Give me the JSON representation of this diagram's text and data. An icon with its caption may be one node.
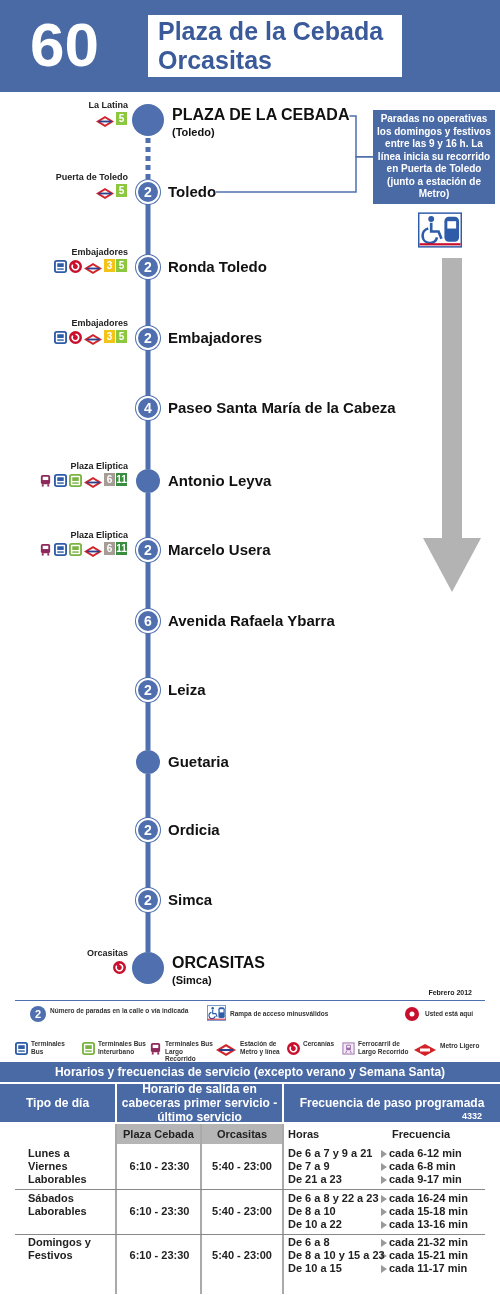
{
  "diagram": {
    "title": "Plaza de la Cebada Orcasitas",
    "nodes": [
      {
        "text": [
          "PLAZA DE LA CEBADA",
          "(Toledo)"
        ],
        "beside": [
          "La Latina",
          "5"
        ]
      },
      {
        "text": [
          "2",
          "Toledo"
        ],
        "beside": [
          "Puerta de Toledo",
          "5"
        ]
      },
      {
        "text": [
          "2",
          "Ronda Toledo"
        ],
        "beside": [
          "Embajadores",
          "3",
          "5"
        ]
      },
      {
        "text": [
          "2",
          "Embajadores"
        ],
        "beside": [
          "Embajadores",
          "3",
          "5"
        ]
      },
      {
        "text": [
          "4",
          "Paseo Santa María de la Cabeza"
        ]
      },
      {
        "text": [
          "Antonio Leyva"
        ],
        "beside": [
          "Plaza Eliptica",
          "6",
          "11"
        ]
      },
      {
        "text": [
          "2",
          "Marcelo Usera"
        ],
        "beside": [
          "Plaza Eliptica",
          "6",
          "11"
        ]
      },
      {
        "text": [
          "6",
          "Avenida Rafaela Ybarra"
        ]
      },
      {
        "text": [
          "2",
          "Leiza"
        ]
      },
      {
        "text": [
          "Guetaria"
        ]
      },
      {
        "text": [
          "2",
          "Ordicia"
        ]
      },
      {
        "text": [
          "2",
          "Simca"
        ]
      },
      {
        "text": [
          "ORCASITAS",
          "(Simca)"
        ],
        "beside": [
          "Orcasitas"
        ]
      },
      {
        "text": [
          "Paradas no operativas los domingos y festivos entre las 9 y 16 h. La línea inicia su recorrido en Puerta de Toledo (junto a estación de Metro)"
        ]
      }
    ],
    "edges": [
      {
        "from": 0,
        "to": 1,
        "arrow": "none",
        "style": "dashed"
      },
      {
        "from": 1,
        "to": 2,
        "arrow": "none"
      },
      {
        "from": 2,
        "to": 3,
        "arrow": "none"
      },
      {
        "from": 3,
        "to": 4,
        "arrow": "none"
      },
      {
        "from": 4,
        "to": 5,
        "arrow": "none"
      },
      {
        "from": 5,
        "to": 6,
        "arrow": "none"
      },
      {
        "from": 6,
        "to": 7,
        "arrow": "none"
      },
      {
        "from": 7,
        "to": 8,
        "arrow": "none"
      },
      {
        "from": 8,
        "to": 9,
        "arrow": "none"
      },
      {
        "from": 9,
        "to": 10,
        "arrow": "none"
      },
      {
        "from": 10,
        "to": 11,
        "arrow": "none"
      },
      {
        "from": 11,
        "to": 12,
        "arrow": "none"
      },
      {
        "from": 13,
        "to": 0,
        "arrow": "none"
      },
      {
        "from": 13,
        "to": 1,
        "arrow": "none"
      }
    ],
    "labels": [
      "60",
      "Febrero 2012",
      "2",
      "Horarios y frecuencias de servicio (excepto verano y Semana Santa)",
      "Tipo de día",
      "Horario de salida en cabeceras primer servicio - último servicio",
      "Frecuencia de paso programada",
      "4332",
      "Plaza Cebada",
      "Orcasitas",
      "Horas",
      "Frecuencia",
      "Lunes a Viernes Laborables",
      "6:10 - 23:30",
      "5:40 - 23:00",
      "De 6 a 7 y 9 a 21",
      "cada 6-12 min",
      "De 7 a 9",
      "cada 6-8 min",
      "De 21 a 23",
      "cada 9-17 min",
      "Sábados Laborables",
      "6:10 - 23:30",
      "5:40 - 23:00",
      "De 6 a 8 y 22 a 23",
      "cada 16-24 min",
      "De 8 a 10",
      "cada 15-18 min",
      "De 10 a 22",
      "cada 13-16 min",
      "Domingos y Festivos",
      "6:10 - 23:30",
      "5:40 - 23:00",
      "De 6 a 8",
      "cada 21-32 min",
      "De 8 a 10 y 15 a 23",
      "cada 15-21 min",
      "De 10 a 15",
      "cada 11-17 min"
    ],
    "legend": [
      {
        "text": "Número de paradas en la calle o vía indicada"
      },
      {
        "text": "Rampa de acceso minusválidos"
      },
      {
        "text": "Usted está aquí"
      },
      {
        "text": "Terminales Bus"
      },
      {
        "text": "Terminales Bus Interurbano"
      },
      {
        "text": "Terminales Bus Largo Recorrido"
      },
      {
        "text": "Estación de Metro y línea"
      },
      {
        "text": "Cercanías"
      },
      {
        "text": "Ferrocarril de Largo Recorrido"
      },
      {
        "text": "Metro Ligero"
      }
    ]
  }
}
